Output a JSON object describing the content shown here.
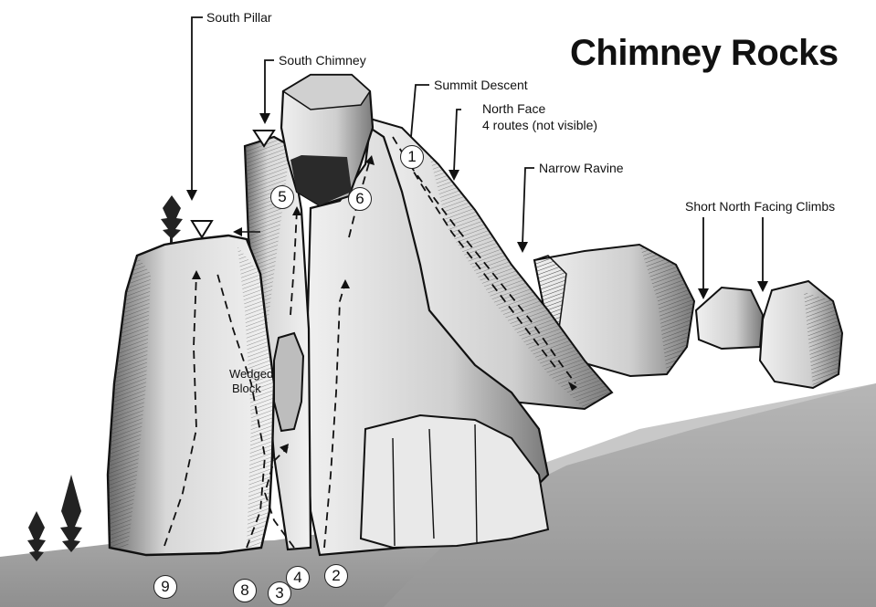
{
  "title": "Chimney Rocks",
  "labels": {
    "south_pillar": "South Pillar",
    "south_chimney": "South Chimney",
    "summit_descent": "Summit Descent",
    "north_face_line1": "North Face",
    "north_face_line2": "4 routes (not visible)",
    "narrow_ravine": "Narrow Ravine",
    "short_north_facing": "Short North Facing Climbs",
    "wedged_line1": "Wedged",
    "wedged_line2": "Block"
  },
  "routes": {
    "r1": "1",
    "r2": "2",
    "r3": "3",
    "r4": "4",
    "r5": "5",
    "r6": "6",
    "r8": "8",
    "r9": "9"
  },
  "icons": {
    "rappel_anchor_1": "triangle-down-icon",
    "rappel_anchor_2": "triangle-down-icon",
    "tree": "pine-tree-icon"
  },
  "colors": {
    "ink": "#111111",
    "rock_light": "#e6e6e6",
    "rock_mid": "#bdbdbd",
    "ground": "#a8a8a8"
  }
}
